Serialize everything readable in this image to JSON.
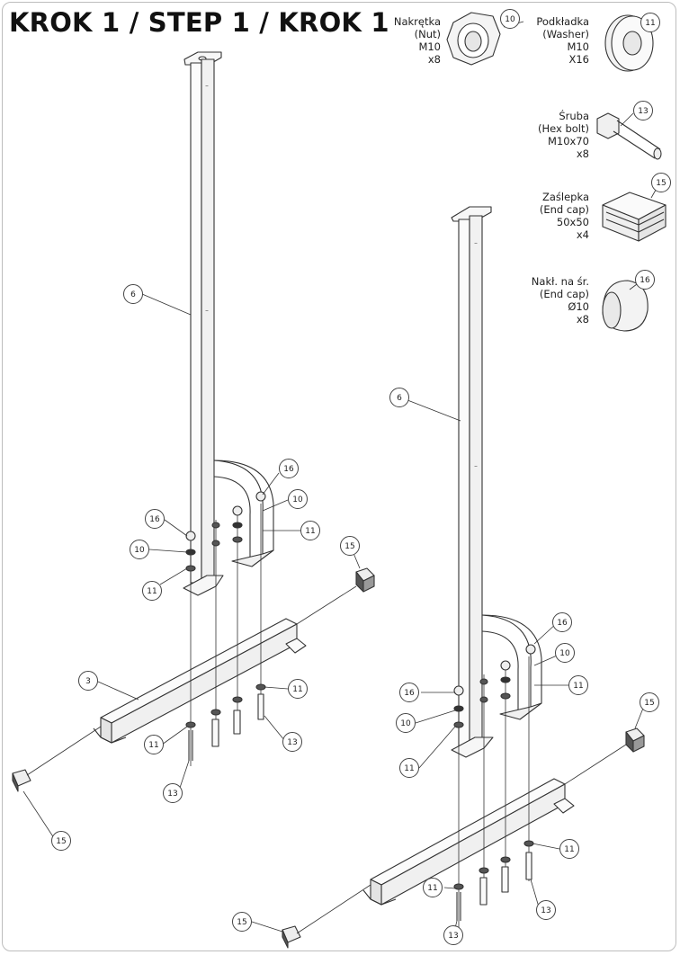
{
  "title": "KROK 1 / STEP 1 / KROK 1",
  "parts": [
    {
      "name": "Nakrętka",
      "name_en": "(Nut)",
      "size": "M10",
      "qty": "x8",
      "num": "10"
    },
    {
      "name": "Podkładka",
      "name_en": "(Washer)",
      "size": "M10",
      "qty": "X16",
      "num": "11"
    },
    {
      "name": "Śruba",
      "name_en": "(Hex bolt)",
      "size": "M10x70",
      "qty": "x8",
      "num": "13"
    },
    {
      "name": "Zaślepka",
      "name_en": "(End cap)",
      "size": "50x50",
      "qty": "x4",
      "num": "15"
    },
    {
      "name": "Nakł. na śr.",
      "name_en": "(End cap)",
      "size": "Ø10",
      "qty": "x8",
      "num": "16"
    }
  ],
  "callouts": {
    "left": {
      "post": "6",
      "cap_top": "16",
      "nut_a": "10",
      "washer_a": "11",
      "cap_b": "16",
      "nut_b": "10",
      "washer_b": "11",
      "base": "3",
      "washer_c": "11",
      "bolt_a": "13",
      "washer_d": "11",
      "bolt_b": "13",
      "endcap_a": "15",
      "endcap_b": "15"
    },
    "right": {
      "post": "6",
      "cap_top": "16",
      "nut_a": "10",
      "washer_a": "11",
      "cap_b": "16",
      "nut_b": "10",
      "washer_b": "11",
      "endcap_a": "15",
      "washer_c": "11",
      "washer_d": "11",
      "bolt_a": "13",
      "bolt_b": "13",
      "endcap_b": "15"
    }
  }
}
